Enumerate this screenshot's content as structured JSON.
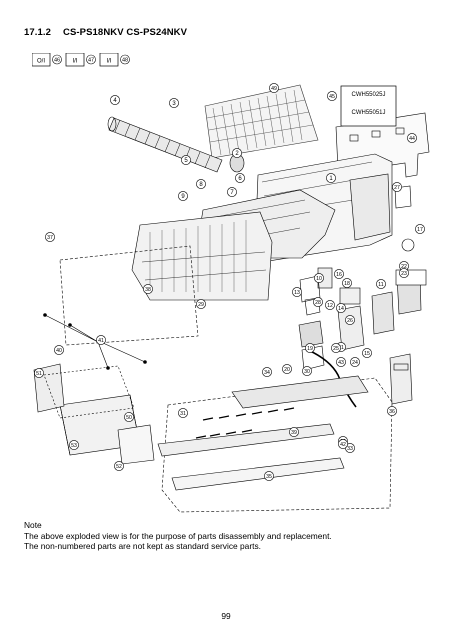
{
  "page": {
    "section_number": "17.1.2",
    "section_title": "CS-PS18NKV CS-PS24NKV",
    "page_number": "99"
  },
  "accessories": [
    {
      "code": "O/I",
      "part_no": "46"
    },
    {
      "code": "I/I",
      "part_no": "47"
    },
    {
      "code": "I/I",
      "part_no": "48"
    }
  ],
  "remote_label": {
    "line1": "CWH55025J",
    "line2": "CWH55051J"
  },
  "part_callouts": [
    "1",
    "2",
    "3",
    "4",
    "5",
    "6",
    "7",
    "8",
    "9",
    "10",
    "11",
    "12",
    "13",
    "14",
    "15",
    "16",
    "17",
    "18",
    "19",
    "20",
    "21",
    "22",
    "23",
    "24",
    "25",
    "26",
    "27",
    "28",
    "29",
    "30",
    "31",
    "32",
    "33",
    "34",
    "35",
    "36",
    "37",
    "38",
    "39",
    "40",
    "41",
    "42",
    "43",
    "44",
    "45",
    "49",
    "50",
    "51",
    "52",
    "53"
  ],
  "note": {
    "heading": "Note",
    "line1": "The above exploded view is for the purpose of parts disassembly and replacement.",
    "line2": "The non-numbered parts are not kept as standard service parts."
  }
}
